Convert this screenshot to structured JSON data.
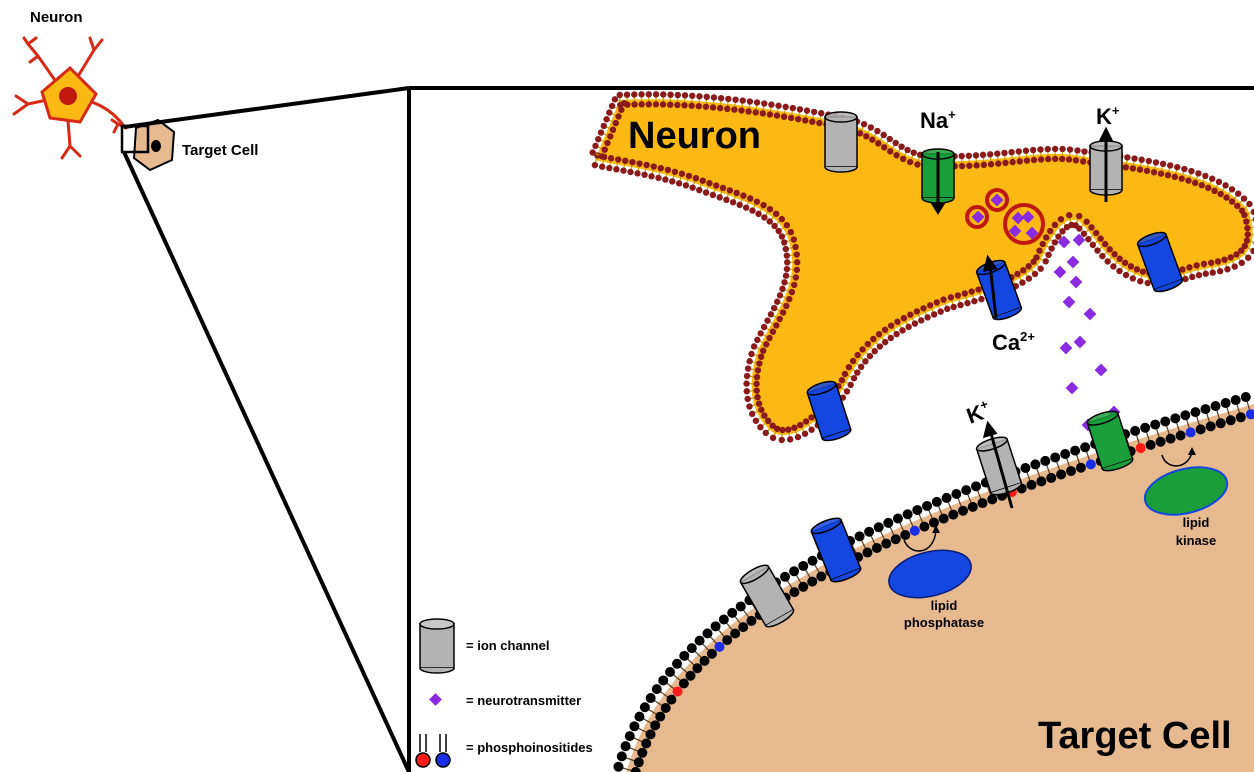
{
  "labels": {
    "overview_neuron": "Neuron",
    "overview_target": "Target Cell",
    "neuron_big": "Neuron",
    "target_big": "Target Cell",
    "na_ion": "Na",
    "na_charge": "+",
    "k_ion_top": "K",
    "k_charge_top": "+",
    "ca_ion": "Ca",
    "ca_charge": "2+",
    "k_ion_lower": "K",
    "k_charge_lower": "+",
    "lipid_phosphatase_1": "lipid",
    "lipid_phosphatase_2": "phosphatase",
    "lipid_kinase_1": "lipid",
    "lipid_kinase_2": "kinase"
  },
  "legend": {
    "ion_channel": "= ion channel",
    "neurotransmitter": "= neurotransmitter",
    "phosphoinositides": "= phosphoinositides"
  },
  "colors": {
    "neuron_fill": "#FDB913",
    "lipid_head_neuron": "#8B1A1A",
    "target_fill": "#E6B98E",
    "lipid_head_target": "#000000",
    "channel_gray": "#B3B3B3",
    "channel_green": "#1A9E3A",
    "channel_blue": "#1447E0",
    "neurotransmitter": "#8A2BE2",
    "pip_red": "#FF1A1A",
    "pip_blue": "#1A2EE6",
    "overview_neuron": "#D72A16"
  }
}
